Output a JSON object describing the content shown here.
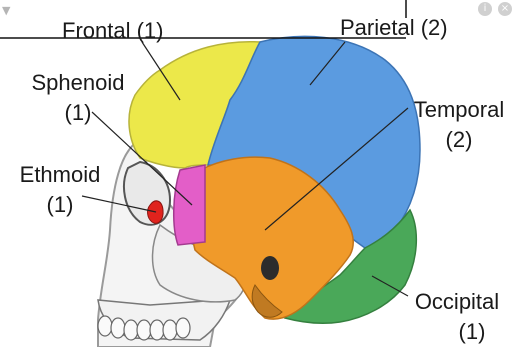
{
  "labels": {
    "frontal": {
      "name": "Frontal",
      "count": "(1)"
    },
    "parietal": {
      "name": "Parietal",
      "count": "(2)"
    },
    "sphenoid": {
      "name": "Sphenoid",
      "count": "(1)"
    },
    "temporal": {
      "name": "Temporal",
      "count": "(2)"
    },
    "ethmoid": {
      "name": "Ethmoid",
      "count": "(1)"
    },
    "occipital": {
      "name": "Occipital",
      "count": "(1)"
    }
  },
  "colors": {
    "frontal": "#ece84a",
    "parietal": "#5b9be0",
    "sphenoid": "#e35ec8",
    "temporal": "#f09a2a",
    "ethmoid": "#e0231d",
    "occipital": "#4aa859",
    "skull_outline": "#f4f4f4",
    "stroke": "#222222"
  },
  "icons": {
    "info": "info-icon",
    "close": "close-icon",
    "arrow": "arrow-icon"
  }
}
